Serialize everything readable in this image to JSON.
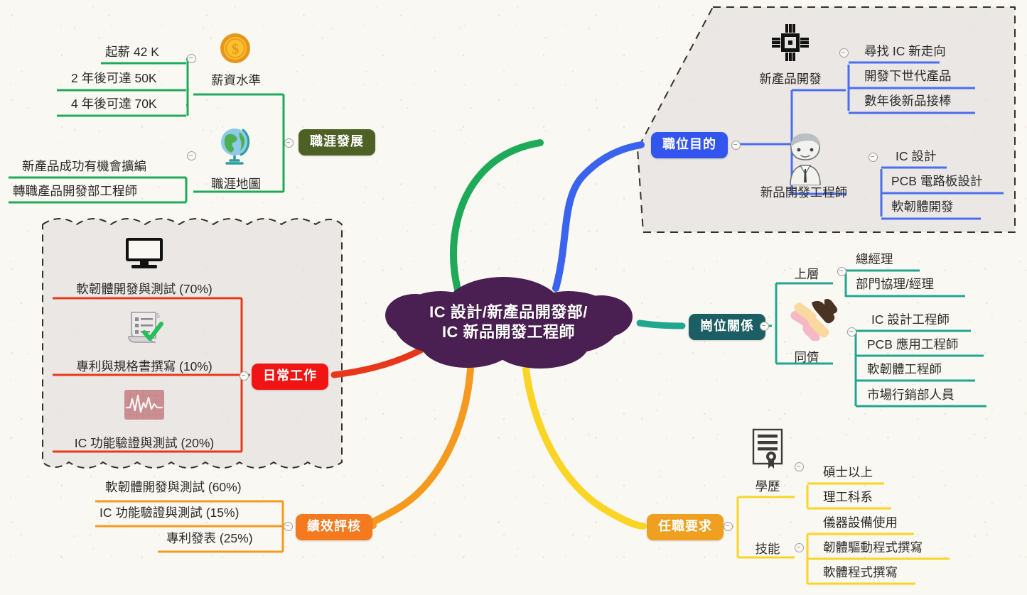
{
  "central": {
    "line1": "IC 設計/新產品開發部/",
    "line2": "IC 新品開發工程師",
    "color": "#4a1f52"
  },
  "branches": [
    {
      "id": "career",
      "label": "職涯發展",
      "color": "#4d6125",
      "line_color": "#1faa5a",
      "subtopics": [
        {
          "caption": "薪資水準",
          "icon": "gold-coin-icon",
          "leaves": [
            "起薪 42 K",
            "2 年後可達 50K",
            "4 年後可達 70K"
          ]
        },
        {
          "caption": "職涯地圖",
          "icon": "globe-icon",
          "leaves": [
            "新產品成功有機會擴編",
            "轉職產品開發部工程師"
          ]
        }
      ]
    },
    {
      "id": "purpose",
      "label": "職位目的",
      "color": "#3355ee",
      "line_color": "#4a6ef0",
      "subtopics": [
        {
          "caption": "新產品開發",
          "icon": "microchip-icon",
          "leaves": [
            "尋找 IC 新走向",
            "開發下世代產品",
            "數年後新品接棒"
          ]
        },
        {
          "caption": "新品開發工程師",
          "icon": "engineer-avatar-icon",
          "leaves": [
            "IC 設計",
            "PCB 電路板設計",
            "軟韌體開發"
          ]
        }
      ]
    },
    {
      "id": "daily",
      "label": "日常工作",
      "color": "#f01414",
      "line_color": "#e8381c",
      "subtopics": [
        {
          "caption": "軟韌體開發與測試 (70%)",
          "icon": "monitor-icon",
          "leaves": []
        },
        {
          "caption": "專利與規格書撰寫 (10%)",
          "icon": "spec-document-icon",
          "leaves": []
        },
        {
          "caption": "IC 功能驗證與測試 (20%)",
          "icon": "waveform-icon",
          "leaves": []
        }
      ]
    },
    {
      "id": "relations",
      "label": "崗位關係",
      "color": "#1b5e63",
      "line_color": "#21a690",
      "subtopics": [
        {
          "caption": "上層",
          "icon": "",
          "leaves": [
            "總經理",
            "部門協理/經理"
          ]
        },
        {
          "caption": "同儕",
          "icon": "handshake-icon",
          "leaves": [
            "IC 設計工程師",
            "PCB 應用工程師",
            "軟韌體工程師",
            "市場行銷部人員"
          ]
        }
      ]
    },
    {
      "id": "performance",
      "label": "績效評核",
      "color": "#f5791f",
      "line_color": "#f59a1e",
      "subtopics": [
        {
          "caption": "",
          "icon": "",
          "leaves": [
            "軟韌體開發與測試 (60%)",
            "IC 功能驗證與測試 (15%)",
            "專利發表 (25%)"
          ]
        }
      ]
    },
    {
      "id": "requirements",
      "label": "任職要求",
      "color": "#f0a020",
      "line_color": "#fbd526",
      "subtopics": [
        {
          "caption": "學歷",
          "icon": "diploma-icon",
          "leaves": [
            "碩士以上",
            "理工科系"
          ]
        },
        {
          "caption": "技能",
          "icon": "",
          "leaves": [
            "儀器設備使用",
            "韌體驅動程式撰寫",
            "軟體程式撰寫"
          ]
        }
      ]
    }
  ]
}
